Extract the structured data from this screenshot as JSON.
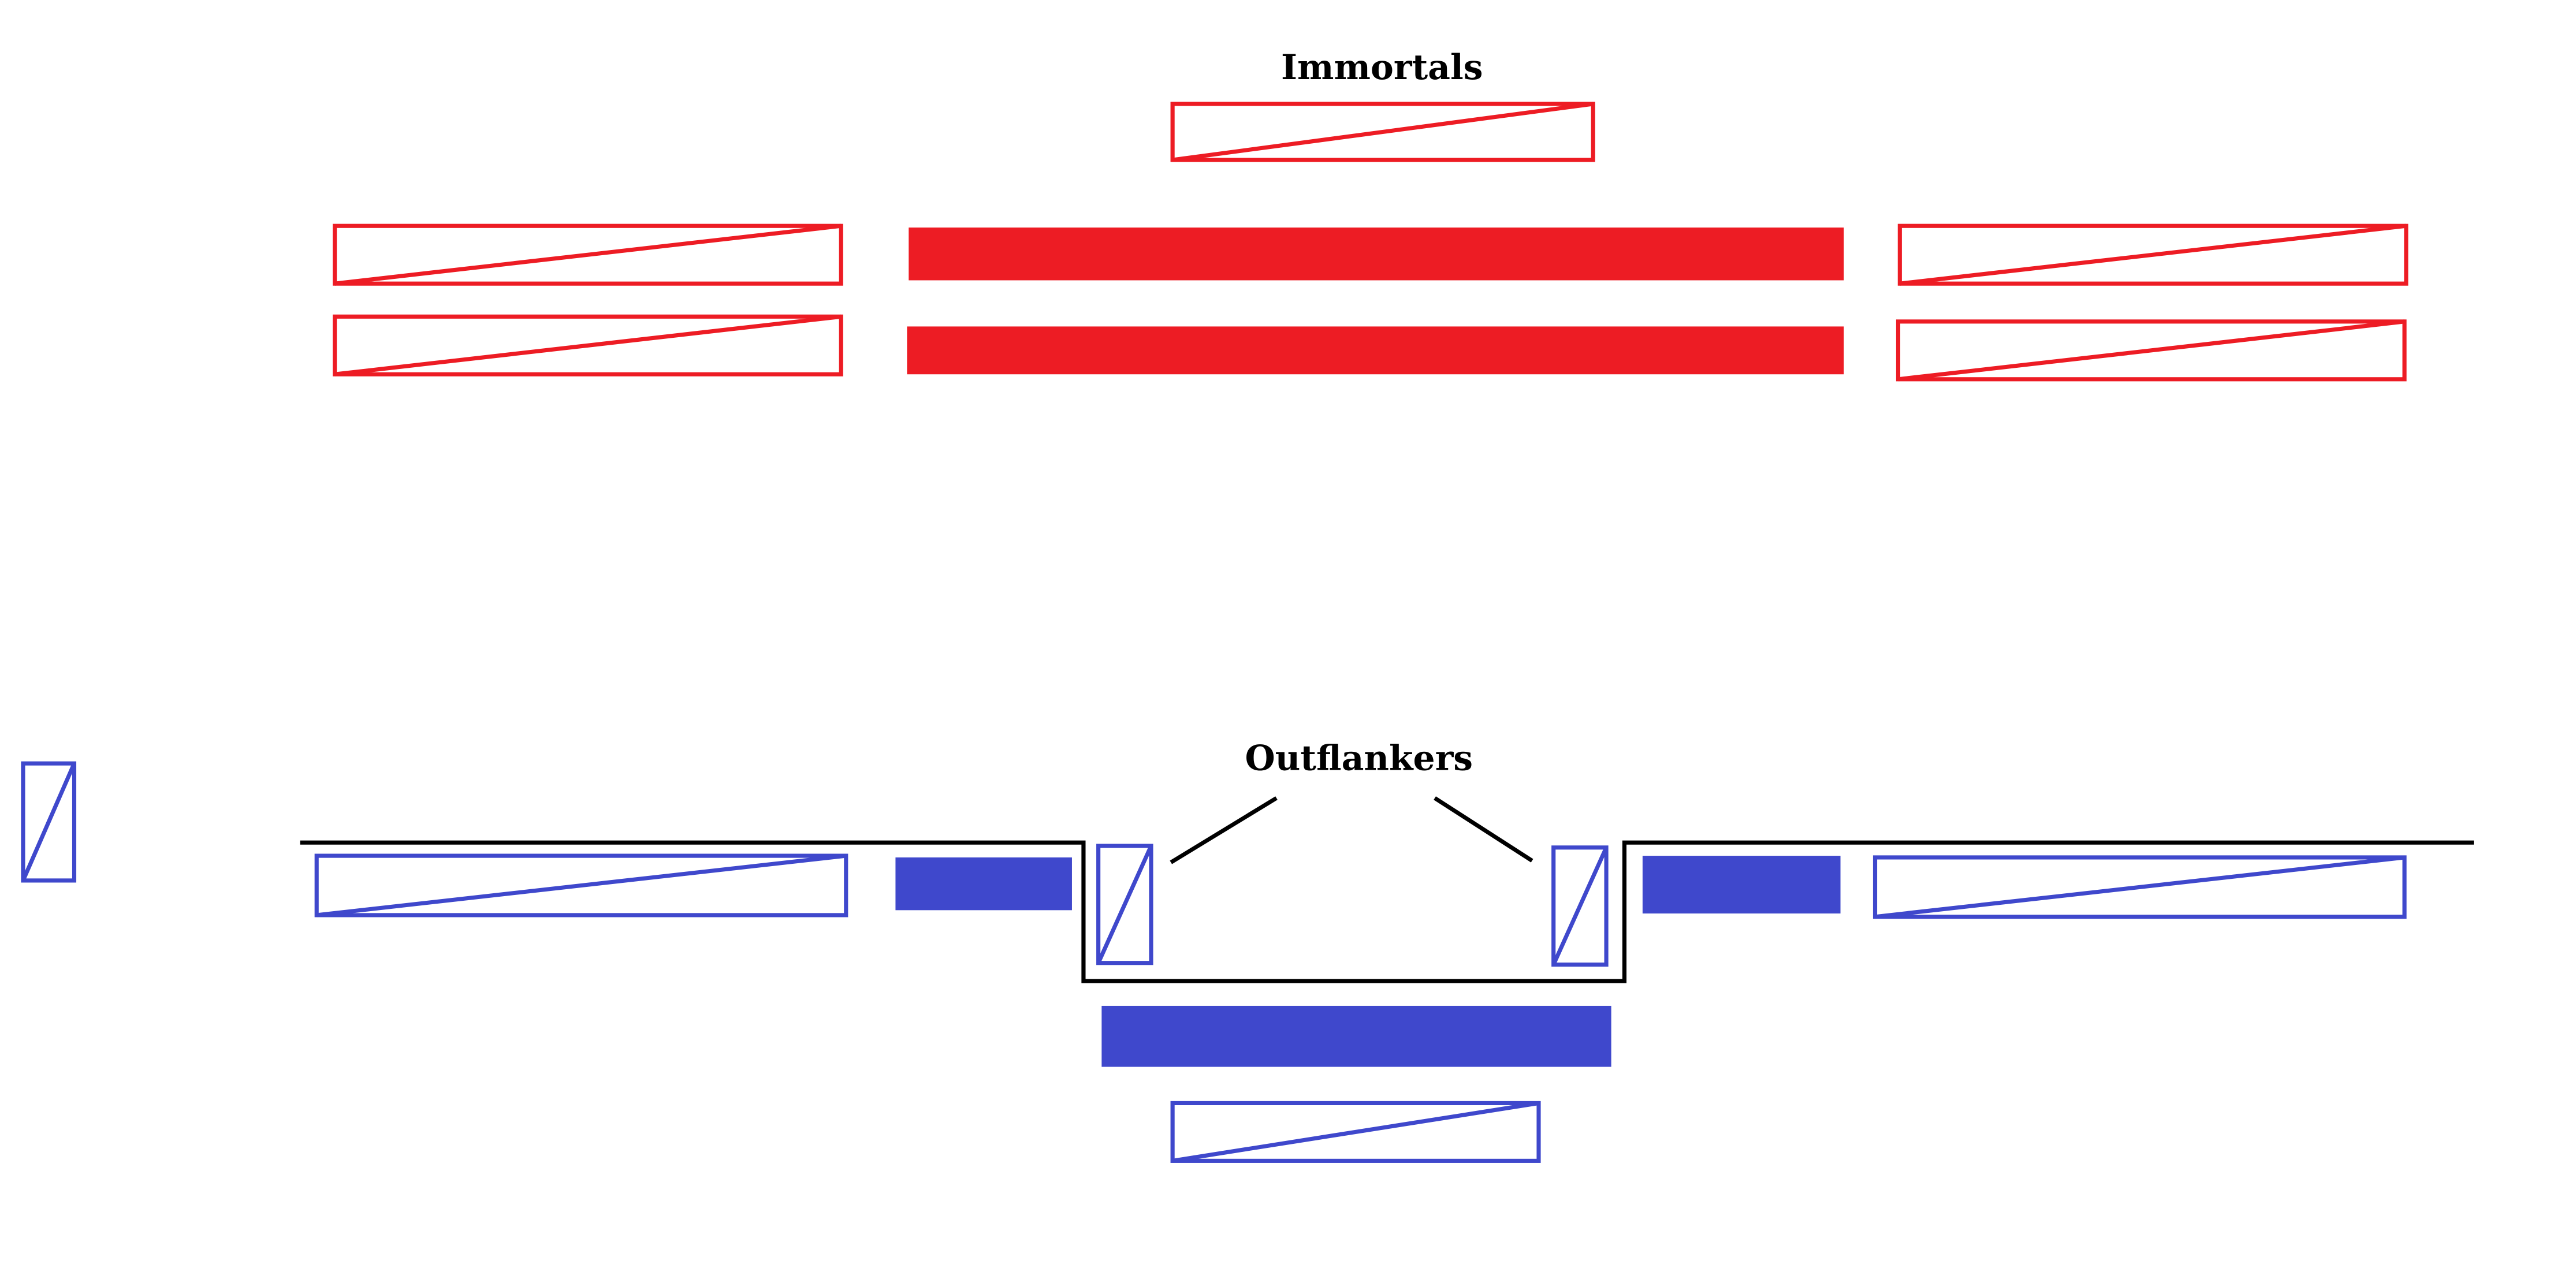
{
  "diagram": {
    "labels": {
      "top": "Immortals",
      "bottom": "Outflankers"
    },
    "colors": {
      "red_army": "#ed1c24",
      "blue_army": "#3f48cc",
      "line": "#000000",
      "background": "#ffffff"
    },
    "unit_styles": {
      "solid": "filled block",
      "hatched": "outlined box with diagonal stroke"
    }
  }
}
